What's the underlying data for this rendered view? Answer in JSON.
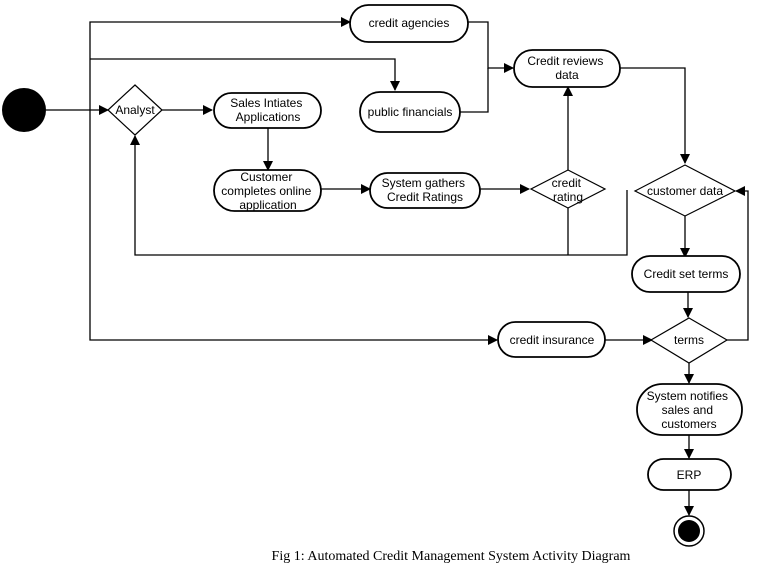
{
  "nodes": {
    "credit_agencies": "credit agencies",
    "credit_reviews_data": [
      "Credit reviews",
      "data"
    ],
    "analyst": "Analyst",
    "sales_initiates": [
      "Sales Intiates",
      "Applications"
    ],
    "public_financials": "public financials",
    "customer_completes": [
      "Customer",
      "completes online",
      "application"
    ],
    "system_gathers": [
      "System gathers",
      "Credit Ratings"
    ],
    "credit_rating": [
      "credit",
      "rating"
    ],
    "customer_data": "customer data",
    "credit_set_terms": "Credit set terms",
    "credit_insurance": "credit insurance",
    "terms": "terms",
    "system_notifies": [
      "System notifies",
      "sales and",
      "customers"
    ],
    "erp": "ERP"
  },
  "caption": "Fig 1: Automated Credit Management System Activity Diagram"
}
